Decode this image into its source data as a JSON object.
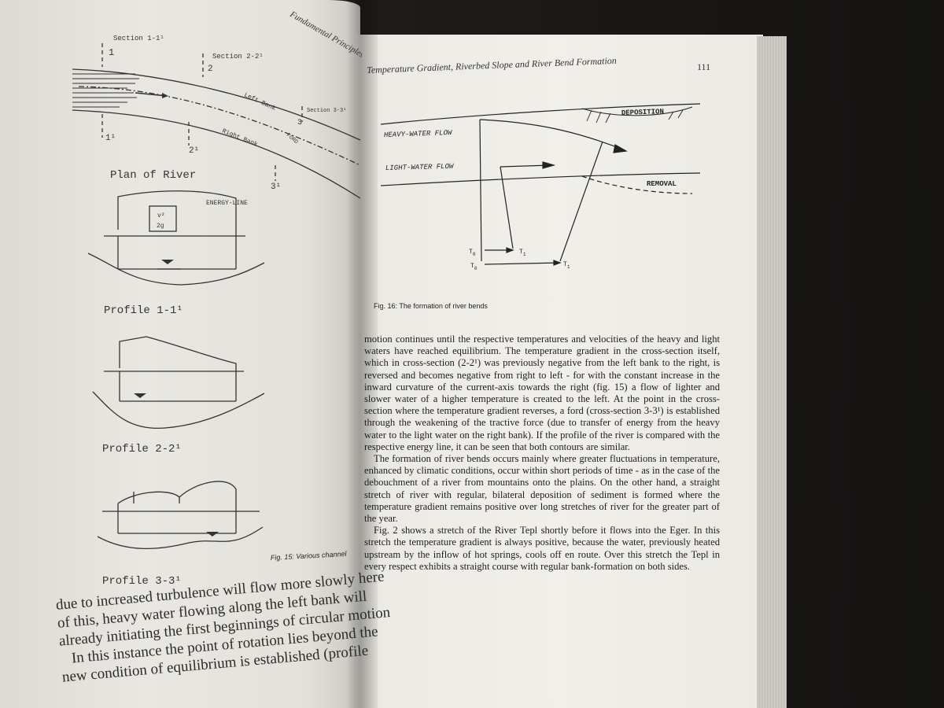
{
  "left_page": {
    "fig15_labels": {
      "section_1": "Section 1-1¹",
      "mark_1": "1",
      "mark_1b": "1¹",
      "section_2": "Section 2-2¹",
      "mark_2": "2",
      "mark_2b": "2¹",
      "section_3": "Section 3-3¹",
      "mark_3": "3",
      "mark_3b": "3¹",
      "left_bank": "Left Bank",
      "right_bank": "Right Bank",
      "ford": "FORD",
      "plan": "Plan of River",
      "energy_line": "ENERGY-LINE",
      "v2": "v²",
      "twog": "2g",
      "profile_1": "Profile 1-1¹",
      "profile_2": "Profile 2-2¹",
      "profile_3": "Profile 3-3¹"
    },
    "fig15_caption": "Fig. 15: Various channel",
    "header_fragment": "Fundamental Principles",
    "lines": [
      "due to increased turbulence will flow more slowly here",
      "of this, heavy water flowing along the left bank will",
      "already initiating the first beginnings of circular motion",
      "In this instance the point of rotation lies beyond the",
      "new condition of equilibrium is established (profile"
    ]
  },
  "right_page": {
    "running_head": "Temperature Gradient, Riverbed Slope and River Bend Formation",
    "page_number": "111",
    "fig16": {
      "deposition": "DEPOSITION",
      "heavy_flow": "HEAVY-WATER FLOW",
      "light_flow": "LIGHT-WATER FLOW",
      "removal": "REMOVAL",
      "t0": "T",
      "t0_sub": "0",
      "t1": "T",
      "t1_sub": "1",
      "caption": "Fig. 16: The formation of river bends"
    },
    "paragraphs": [
      "motion continues until the respective temperatures and velocities of the heavy and light waters have reached equilibrium. The temperature gradient in the cross-section itself, which in cross-section (2-2¹) was previously negative from the left bank to the right, is reversed and becomes negative from right to left - for with the constant increase in the inward curvature of the current-axis towards the right (fig. 15) a flow of lighter and slower water of a higher temperature is created to the left. At the point in the cross-section where the temperature gradient reverses, a ford (cross-section 3-3¹) is established through the weakening of the tractive force (due to transfer of energy from the heavy water to the light water on the right bank). If the profile of the river is compared with the respective energy line, it can be seen that both contours are similar.",
      "The formation of river bends occurs mainly where greater fluctuations in temperature, enhanced by climatic conditions, occur within short periods of time - as in the case of the debouchment of a river from mountains onto the plains. On the other hand, a straight stretch of river with regular, bilateral deposition of sediment is formed where the temperature gradient remains positive over long stretches of river for the greater part of the year.",
      "Fig. 2 shows a stretch of the River Tepl shortly before it flows into the Eger. In this stretch the temperature gradient is always positive, because the water, previously heated upstream by the inflow of hot springs, cools off en route. Over this stretch the Tepl in every respect exhibits a straight course with regular bank-formation on both sides."
    ]
  }
}
